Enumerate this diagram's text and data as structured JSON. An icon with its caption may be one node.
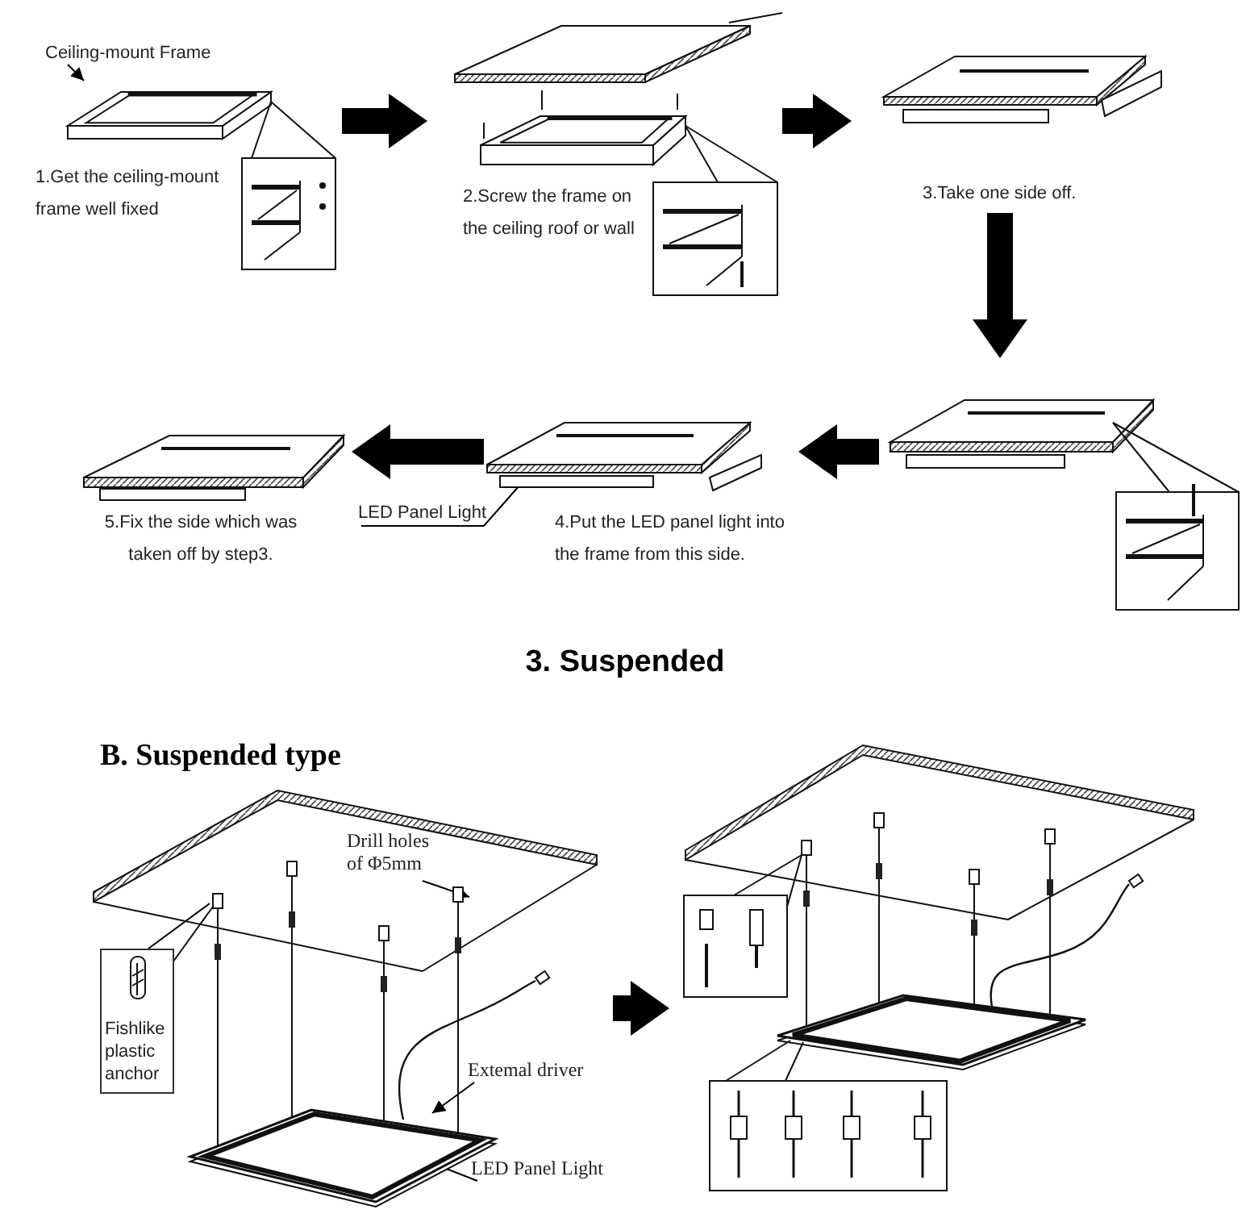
{
  "diagram": {
    "nodes": [
      {
        "text": [
          "Ceiling-mount Frame"
        ]
      },
      {
        "text": [
          "1.Get the ceiling-mount frame well fixed"
        ]
      },
      {
        "text": [
          "2.Screw the frame on the ceiling roof or wall"
        ]
      },
      {
        "text": [
          "3.Take one side off."
        ]
      },
      {
        "text": [],
        "shape": "picture"
      },
      {
        "text": [
          "4.Put the LED panel light into the frame from this side."
        ]
      },
      {
        "text": [
          "LED Panel Light"
        ]
      },
      {
        "text": [
          "5.Fix the side which was taken off by step3."
        ]
      },
      {
        "text": [],
        "shape": "picture"
      },
      {
        "text": [],
        "shape": "picture"
      },
      {
        "text": [
          "Drill holes of Φ5mm"
        ],
        "in": 8
      },
      {
        "text": [
          "Fishlike plastic anchor"
        ],
        "in": 8
      },
      {
        "text": [
          "Extemal driver"
        ],
        "in": 8
      },
      {
        "text": [
          "LED Panel Light"
        ],
        "in": 8
      }
    ],
    "edges": [
      {
        "from": 0,
        "to": 1,
        "arrow": "to"
      },
      {
        "from": 1,
        "to": 2,
        "arrow": "to",
        "style": "thick"
      },
      {
        "from": 2,
        "to": 3,
        "arrow": "to",
        "style": "thick"
      },
      {
        "from": 3,
        "to": 4,
        "arrow": "to",
        "style": "thick"
      },
      {
        "from": 4,
        "to": 5,
        "arrow": "to",
        "style": "thick"
      },
      {
        "from": 5,
        "to": 7,
        "arrow": "to",
        "style": "thick"
      },
      {
        "from": 6,
        "to": 5,
        "arrow": "none"
      },
      {
        "from": 8,
        "to": 9,
        "arrow": "to",
        "style": "thick"
      },
      {
        "from": 10,
        "to": null,
        "arrow": "to"
      },
      {
        "from": 11,
        "to": null,
        "arrow": "none"
      },
      {
        "from": 12,
        "to": null,
        "arrow": "to"
      },
      {
        "from": 13,
        "to": null,
        "arrow": "to"
      }
    ],
    "labels": [
      "3. Suspended",
      "B. Suspended type"
    ]
  }
}
